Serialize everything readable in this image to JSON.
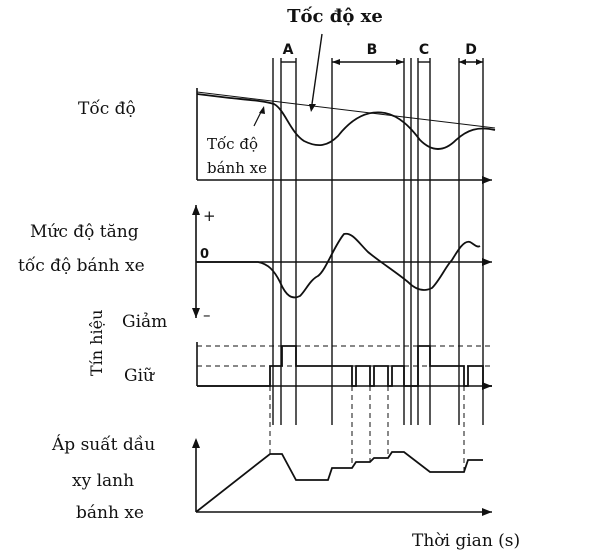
{
  "title": "Tốc độ xe",
  "phases": [
    "A",
    "B",
    "C",
    "D"
  ],
  "speed_panel": {
    "label": "Tốc độ",
    "wheel_speed_line1": "Tốc độ",
    "wheel_speed_line2": "bánh xe"
  },
  "accel_panel": {
    "label_line1": "Mức độ tăng",
    "label_line2": "tốc độ bánh xe",
    "plus": "+",
    "zero": "0",
    "minus": "–"
  },
  "signal_panel": {
    "axis_label": "Tín hiệu",
    "decrease": "Giảm",
    "hold": "Giữ"
  },
  "pressure_panel": {
    "label_line1": "Áp suất dầu",
    "label_line2": "xy lanh",
    "label_line3": "bánh xe"
  },
  "x_axis_label": "Thời gian (s)"
}
